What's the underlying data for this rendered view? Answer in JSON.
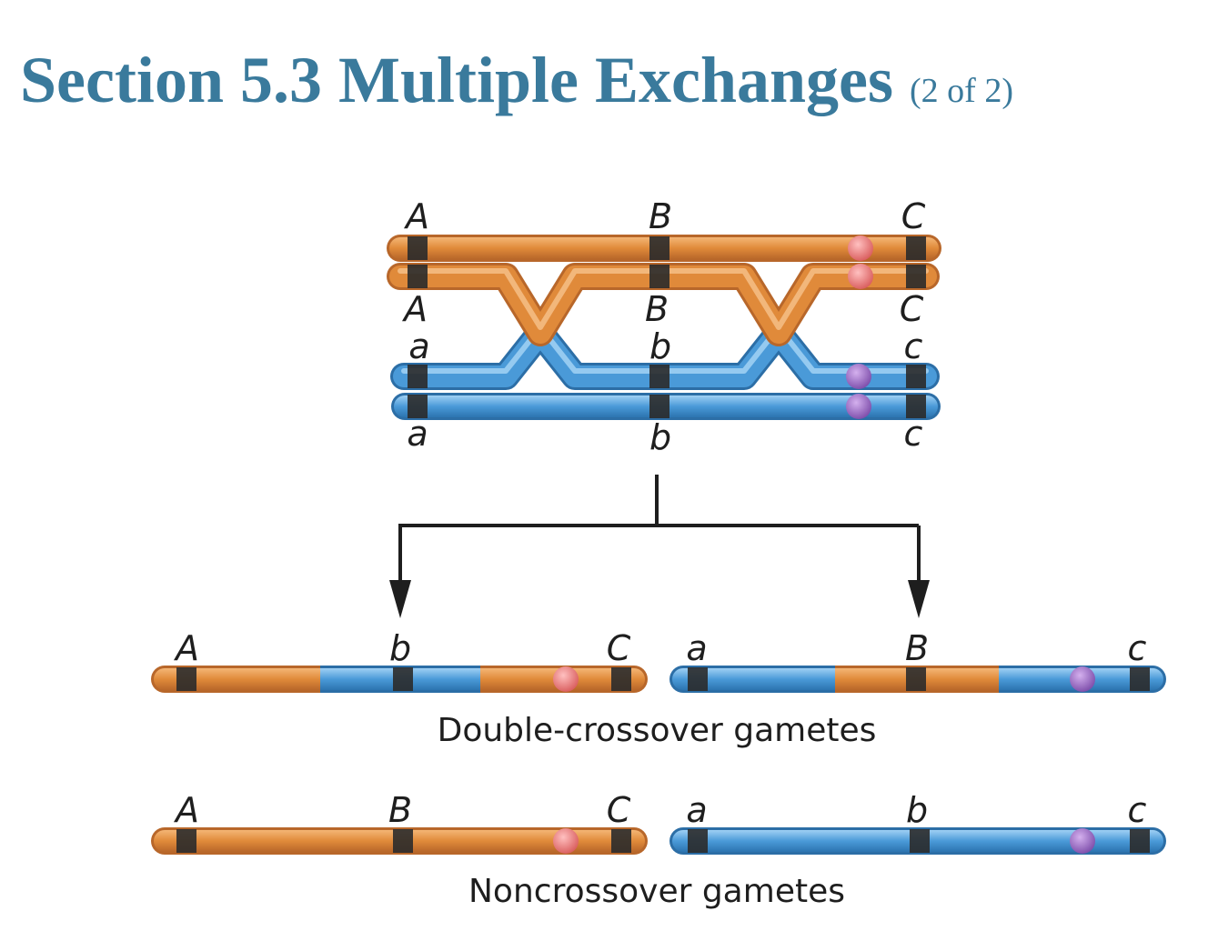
{
  "title": {
    "main": "Section 5.3 Multiple Exchanges",
    "sub": "(2 of 2)"
  },
  "colors": {
    "title": "#3a7a9c",
    "orange": "#e08a3a",
    "blue": "#4a9ad8",
    "band": "#2b2b2b",
    "centromere_orange": "#e87a7a",
    "centromere_blue": "#9a6ac0"
  },
  "top": {
    "labels_upper1": [
      "A",
      "B",
      "C"
    ],
    "labels_upper2": [
      "A",
      "B",
      "C"
    ],
    "labels_lower1": [
      "a",
      "b",
      "c"
    ],
    "labels_lower2": [
      "a",
      "b",
      "c"
    ]
  },
  "double": {
    "left_labels": [
      "A",
      "b",
      "C"
    ],
    "right_labels": [
      "a",
      "B",
      "c"
    ],
    "caption": "Double-crossover gametes"
  },
  "non": {
    "left_labels": [
      "A",
      "B",
      "C"
    ],
    "right_labels": [
      "a",
      "b",
      "c"
    ],
    "caption": "Noncrossover gametes"
  }
}
